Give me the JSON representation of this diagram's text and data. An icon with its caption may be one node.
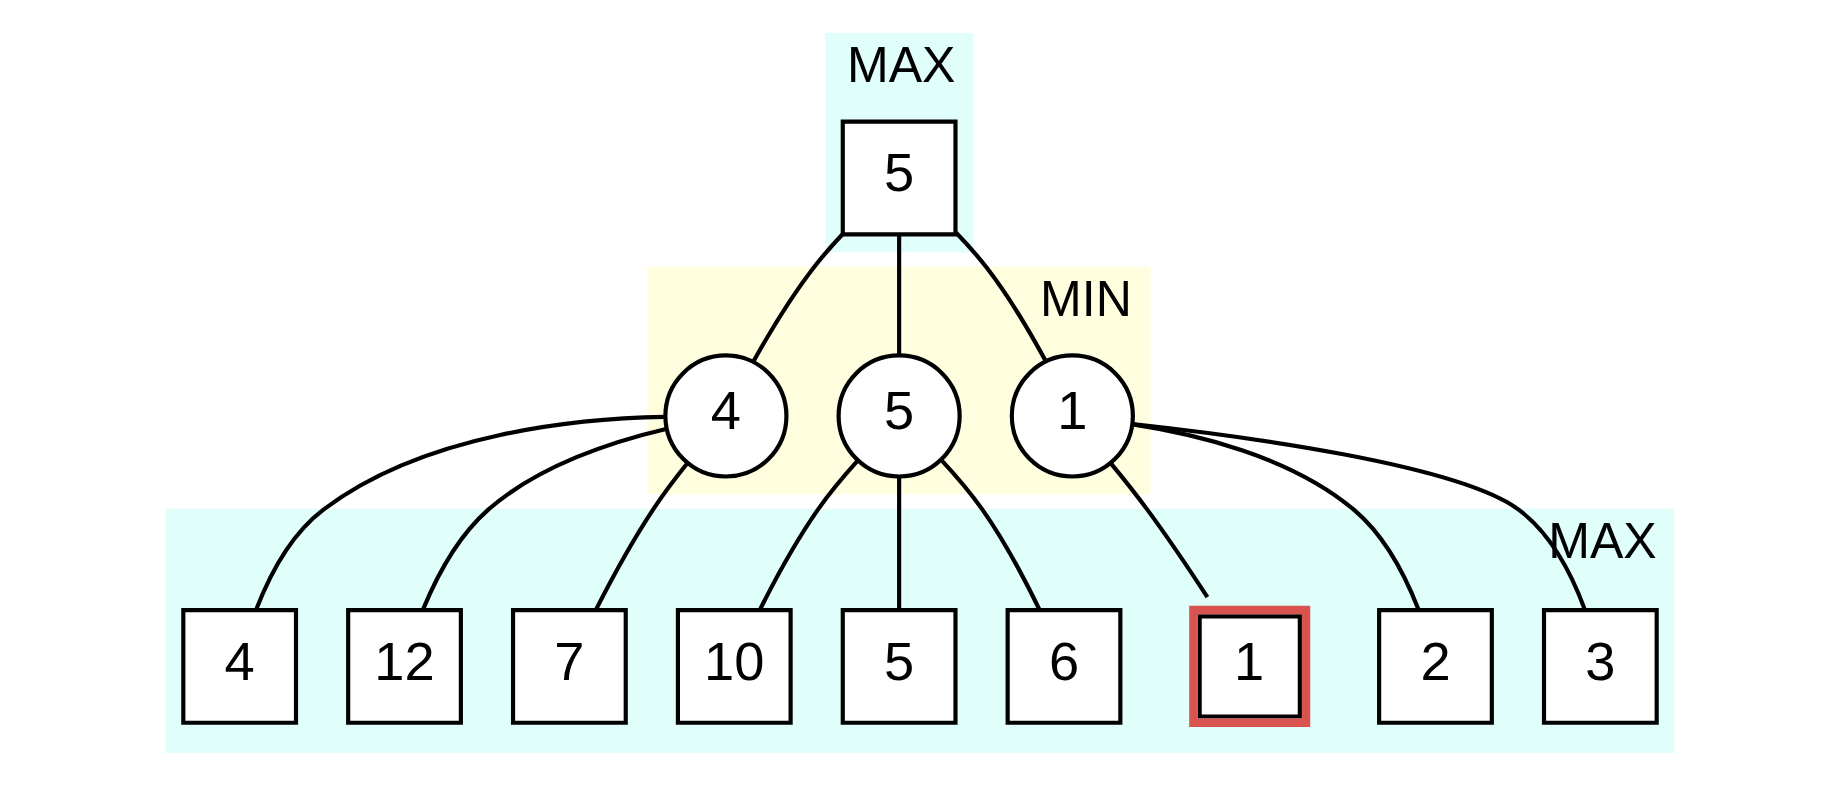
{
  "diagram": {
    "nodes": [
      {
        "text": [
          "MAX"
        ]
      },
      {
        "text": [
          "5"
        ],
        "in": 0
      },
      {
        "text": [
          "MIN"
        ]
      },
      {
        "text": [
          "4"
        ],
        "in": 2
      },
      {
        "text": [
          "5"
        ],
        "in": 2
      },
      {
        "text": [
          "1"
        ],
        "in": 2
      },
      {
        "text": [
          "MAX"
        ]
      },
      {
        "text": [
          "4"
        ],
        "in": 6
      },
      {
        "text": [
          "12"
        ],
        "in": 6
      },
      {
        "text": [
          "7"
        ],
        "in": 6
      },
      {
        "text": [
          "10"
        ],
        "in": 6
      },
      {
        "text": [
          "5"
        ],
        "in": 6
      },
      {
        "text": [
          "6"
        ],
        "in": 6
      },
      {
        "text": [
          "1"
        ],
        "in": 6
      },
      {
        "text": [
          "2"
        ],
        "in": 6
      },
      {
        "text": [
          "3"
        ],
        "in": 6
      }
    ],
    "edges": [
      {
        "from": 1,
        "to": 3,
        "arrow": "none"
      },
      {
        "from": 1,
        "to": 4,
        "arrow": "none"
      },
      {
        "from": 1,
        "to": 5,
        "arrow": "none"
      },
      {
        "from": 3,
        "to": 7,
        "arrow": "none"
      },
      {
        "from": 3,
        "to": 8,
        "arrow": "none"
      },
      {
        "from": 3,
        "to": 9,
        "arrow": "none"
      },
      {
        "from": 4,
        "to": 10,
        "arrow": "none"
      },
      {
        "from": 4,
        "to": 11,
        "arrow": "none"
      },
      {
        "from": 4,
        "to": 12,
        "arrow": "none"
      },
      {
        "from": 5,
        "to": 13,
        "arrow": "none"
      },
      {
        "from": 5,
        "to": 14,
        "arrow": "none"
      },
      {
        "from": 5,
        "to": 15,
        "arrow": "none"
      }
    ]
  }
}
